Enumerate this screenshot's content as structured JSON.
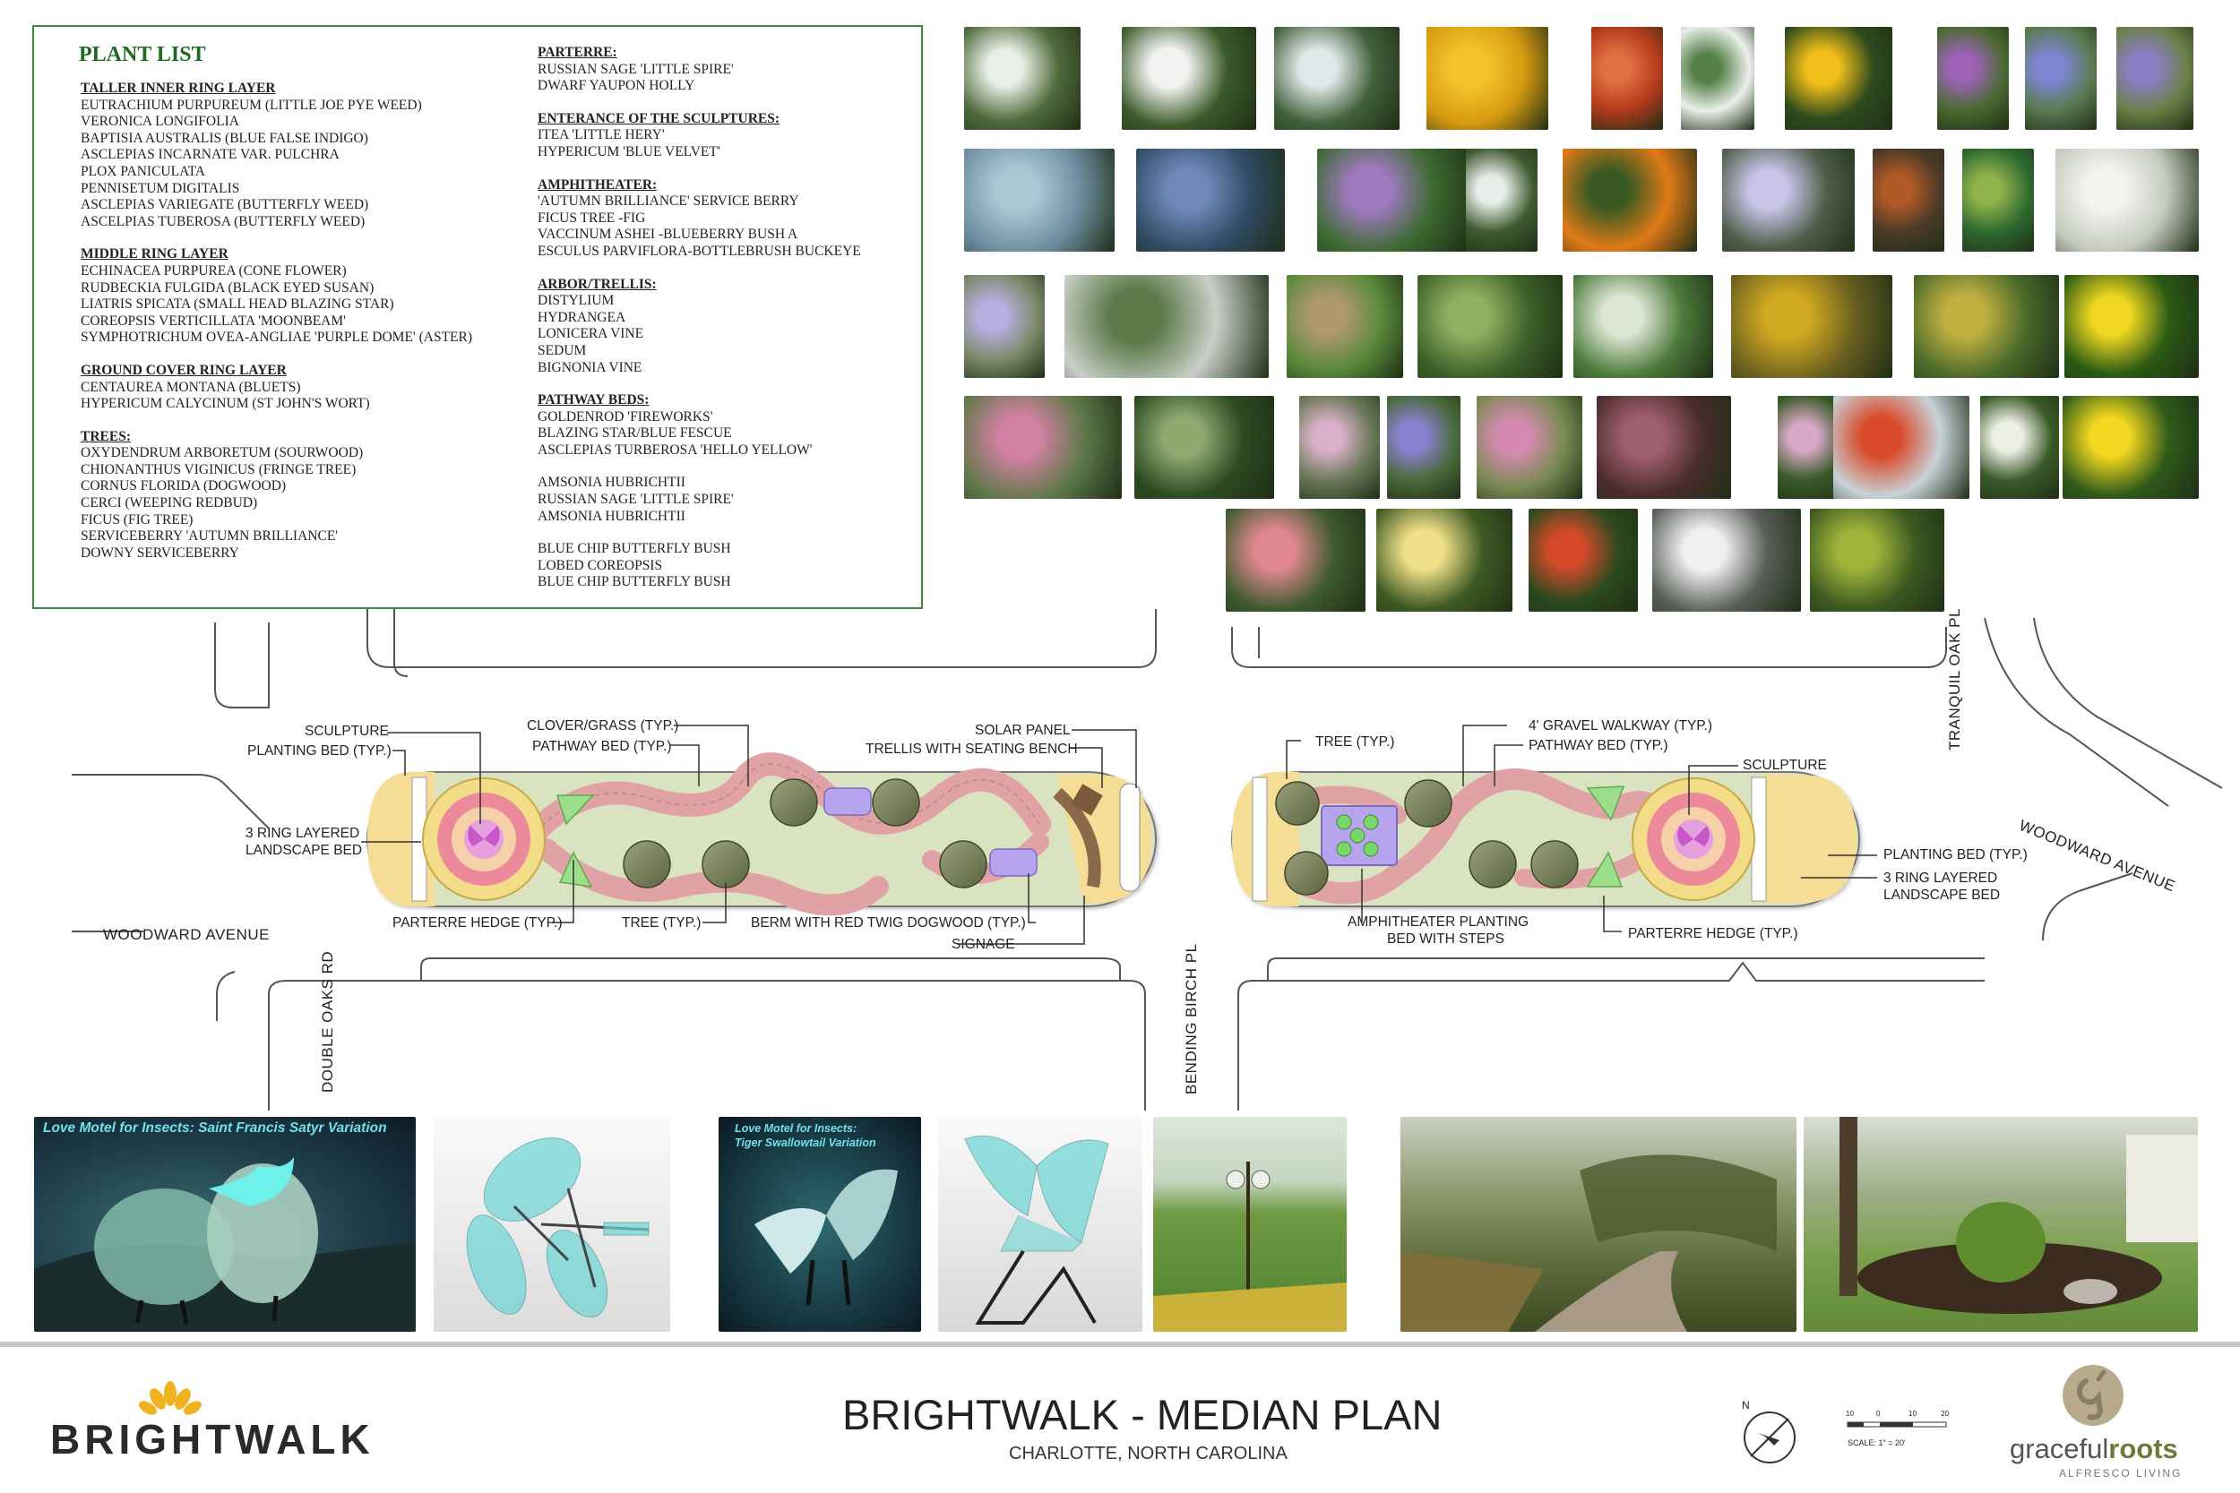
{
  "plant_list": {
    "title": "PLANT LIST",
    "left_column": [
      {
        "heading": "TALLER INNER RING LAYER",
        "items": [
          "EUTRACHIUM PURPUREUM (LITTLE JOE PYE WEED)",
          "VERONICA LONGIFOLIA",
          "BAPTISIA AUSTRALIS (BLUE FALSE INDIGO)",
          "ASCLEPIAS INCARNATE VAR. PULCHRA",
          "PLOX PANICULATA",
          "PENNISETUM DIGITALIS",
          "ASCLEPIAS VARIEGATE (BUTTERFLY WEED)",
          "ASCELPIAS TUBEROSA (BUTTERFLY WEED)"
        ]
      },
      {
        "heading": "MIDDLE RING LAYER",
        "items": [
          "ECHINACEA PURPUREA (CONE FLOWER)",
          "RUDBECKIA FULGIDA (BLACK EYED SUSAN)",
          "LIATRIS SPICATA (SMALL HEAD BLAZING STAR)",
          "COREOPSIS VERTICILLATA 'MOONBEAM'",
          "SYMPHOTRICHUM OVEA-ANGLIAE 'PURPLE DOME' (ASTER)"
        ]
      },
      {
        "heading": "GROUND COVER RING LAYER",
        "items": [
          "CENTAUREA MONTANA (BLUETS)",
          "HYPERICUM CALYCINUM (ST JOHN'S WORT)"
        ]
      },
      {
        "heading": "TREES:",
        "items": [
          "OXYDENDRUM ARBORETUM (SOURWOOD)",
          "CHIONANTHUS VIGINICUS (FRINGE TREE)",
          "CORNUS FLORIDA (DOGWOOD)",
          "CERCI (WEEPING REDBUD)",
          "FICUS (FIG TREE)",
          "SERVICEBERRY 'AUTUMN BRILLIANCE'",
          "DOWNY SERVICEBERRY"
        ]
      }
    ],
    "right_column": [
      {
        "heading": "PARTERRE:",
        "items": [
          "RUSSIAN SAGE 'LITTLE SPIRE'",
          "DWARF YAUPON HOLLY"
        ]
      },
      {
        "heading": "ENTERANCE OF THE SCULPTURES:",
        "items": [
          "ITEA 'LITTLE HERY'",
          "HYPERICUM 'BLUE VELVET'"
        ]
      },
      {
        "heading": "AMPHITHEATER:",
        "items": [
          "'AUTUMN BRILLIANCE' SERVICE BERRY",
          "FICUS TREE -FIG",
          "VACCINUM ASHEI -BLUEBERRY BUSH  A",
          "ESCULUS PARVIFLORA-BOTTLEBRUSH BUCKEYE"
        ]
      },
      {
        "heading": "ARBOR/TRELLIS:",
        "items": [
          "DISTYLIUM",
          "HYDRANGEA",
          "LONICERA VINE",
          "SEDUM",
          "BIGNONIA VINE"
        ]
      },
      {
        "heading": "PATHWAY BEDS:",
        "items": [
          "GOLDENROD 'FIREWORKS'",
          "BLAZING STAR/BLUE FESCUE",
          "ASCLEPIAS TURBEROSA 'HELLO YELLOW'"
        ]
      },
      {
        "heading": "",
        "items": [
          "AMSONIA HUBRICHTII",
          "RUSSIAN SAGE 'LITTLE SPIRE'",
          "AMSONIA HUBRICHTII"
        ]
      },
      {
        "heading": "",
        "items": [
          "BLUE CHIP BUTTERFLY BUSH",
          "LOBED COREOPSIS",
          "BLUE CHIP BUTTERFLY BUSH"
        ]
      }
    ]
  },
  "plan_labels": {
    "left": {
      "sculpture": "SCULPTURE",
      "planting_bed": "PLANTING BED (TYP.)",
      "three_ring": "3 RING LAYERED",
      "landscape_bed": "LANDSCAPE BED",
      "clover_grass": "CLOVER/GRASS (TYP.)",
      "pathway_bed": "PATHWAY BED (TYP.)",
      "solar_panel": "SOLAR PANEL",
      "trellis": "TRELLIS WITH SEATING BENCH",
      "parterre_hedge": "PARTERRE HEDGE (TYP.)",
      "tree": "TREE (TYP.)",
      "berm": "BERM WITH RED TWIG DOGWOOD (TYP.)",
      "signage": "SIGNAGE"
    },
    "right": {
      "tree": "TREE (TYP.)",
      "gravel": "4' GRAVEL WALKWAY (TYP.)",
      "pathway_bed": "PATHWAY BED (TYP.)",
      "sculpture": "SCULPTURE",
      "planting_bed": "PLANTING BED (TYP.)",
      "three_ring": "3 RING LAYERED",
      "landscape_bed": "LANDSCAPE BED",
      "amphitheater": "AMPHITHEATER PLANTING",
      "amphitheater2": "BED WITH STEPS",
      "parterre_hedge": "PARTERRE HEDGE (TYP.)"
    }
  },
  "streets": {
    "woodward_left": "WOODWARD AVENUE",
    "woodward_right": "WOODWARD AVENUE",
    "double_oaks": "DOUBLE OAKS RD",
    "bending_birch": "BENDING BIRCH PL",
    "tranquil_oak": "TRANQUIL OAK PL"
  },
  "renderings": {
    "caption1": "Love Motel for Insects: Saint Francis Satyr Variation",
    "caption2a": "Love Motel for Insects:",
    "caption2b": "Tiger Swallowtail Variation"
  },
  "footer": {
    "title": "BRIGHTWALK - MEDIAN PLAN",
    "subtitle": "CHARLOTTE, NORTH CAROLINA",
    "brand": "BRIGHTWALK",
    "graceful": "graceful",
    "roots": "roots",
    "alfresco": "ALFRESCO LIVING",
    "scale": "SCALE: 1\" = 20'",
    "scale_ticks": [
      "10",
      "0",
      "10",
      "20"
    ],
    "north": "N"
  },
  "colors": {
    "accent_green": "#1e6b1e",
    "box_border": "#3c8a3c",
    "bed_yellow": "#f6dd95",
    "ring_pink": "#ec8a9c",
    "lawn_green": "#d9e3c0",
    "path_pink": "#e1a2a6",
    "tree_green": "#737d56",
    "purple_bed": "#b6a5ee",
    "sculpture_pink": "#e6a0de",
    "triangle_green": "#9dde8a",
    "brightwalk_yellow": "#f0b21e"
  }
}
